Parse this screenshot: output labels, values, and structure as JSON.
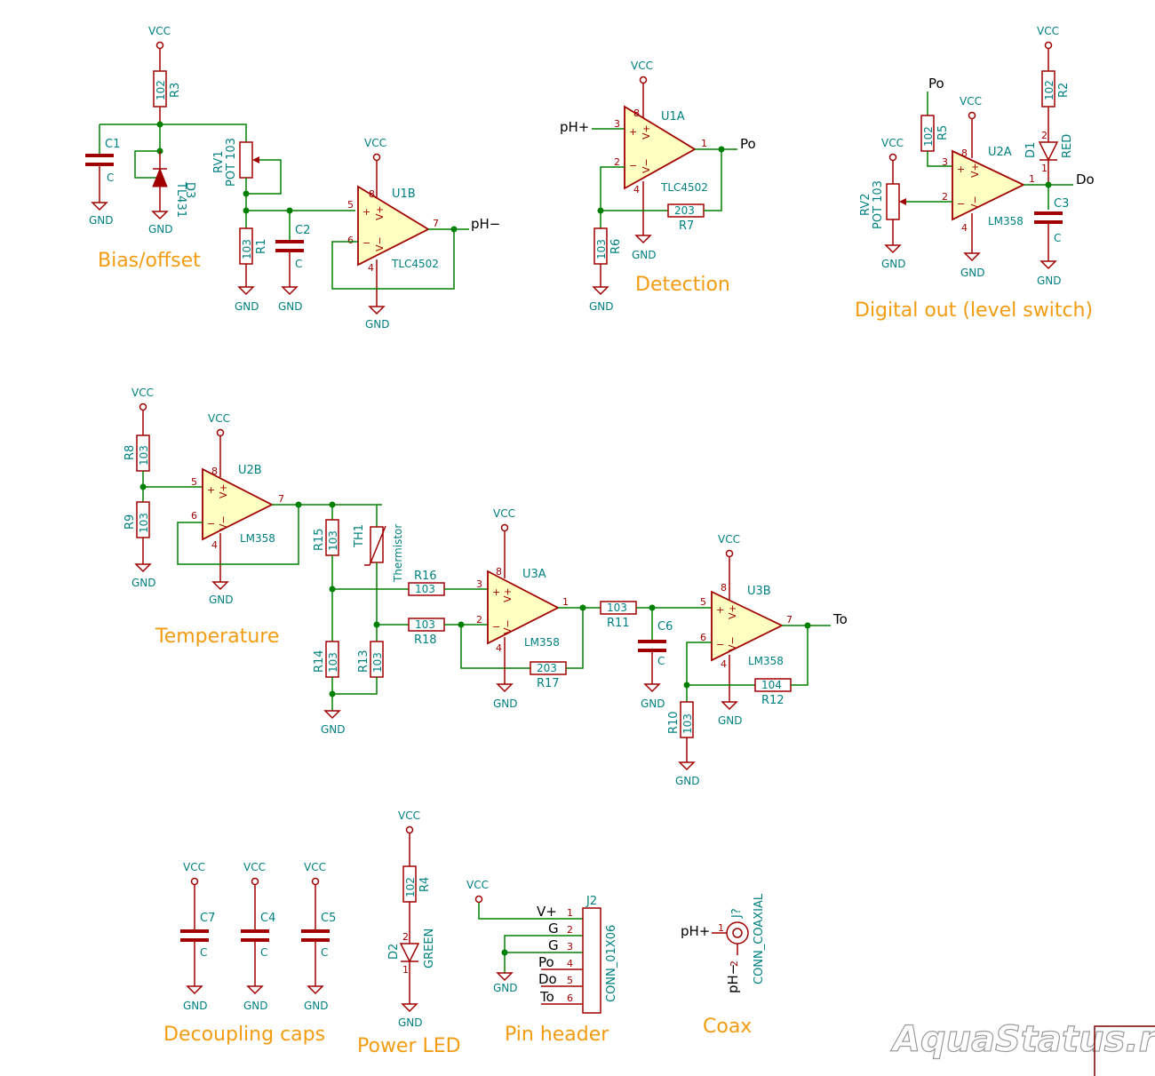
{
  "power": {
    "vcc": "VCC",
    "gnd": "GND"
  },
  "sections": {
    "bias": "Bias/offset",
    "detection": "Detection",
    "digital": "Digital out (level switch)",
    "temperature": "Temperature",
    "decoupling": "Decoupling caps",
    "power_led": "Power LED",
    "pin_header": "Pin header",
    "coax": "Coax"
  },
  "nets": {
    "ph_plus": "pH+",
    "ph_minus": "pH−",
    "po": "Po",
    "do": "Do",
    "to": "To"
  },
  "opamps": {
    "u1b": {
      "ref": "U1B",
      "value": "TLC4502",
      "p_plus": "5",
      "p_minus": "6",
      "p_out": "7"
    },
    "u1a": {
      "ref": "U1A",
      "value": "TLC4502",
      "p_plus": "3",
      "p_minus": "2",
      "p_out": "1"
    },
    "u2a": {
      "ref": "U2A",
      "value": "LM358",
      "p_plus": "3",
      "p_minus": "2",
      "p_out": "1"
    },
    "u2b": {
      "ref": "U2B",
      "value": "LM358",
      "p_plus": "5",
      "p_minus": "6",
      "p_out": "7"
    },
    "u3a": {
      "ref": "U3A",
      "value": "LM358",
      "p_plus": "3",
      "p_minus": "2",
      "p_out": "1"
    },
    "u3b": {
      "ref": "U3B",
      "value": "LM358",
      "p_plus": "5",
      "p_minus": "6",
      "p_out": "7"
    },
    "pwr_pin": "8",
    "gnd_pin": "4",
    "vplus": "V+",
    "vminus": "V−",
    "plus": "+",
    "minus": "−"
  },
  "resistors": {
    "r1": {
      "ref": "R1",
      "value": "103"
    },
    "r2": {
      "ref": "R2",
      "value": "102"
    },
    "r3": {
      "ref": "R3",
      "value": "102"
    },
    "r4": {
      "ref": "R4",
      "value": "102"
    },
    "r5": {
      "ref": "R5",
      "value": "102"
    },
    "r6": {
      "ref": "R6",
      "value": "103"
    },
    "r7": {
      "ref": "R7",
      "value": "203"
    },
    "r8": {
      "ref": "R8",
      "value": "103"
    },
    "r9": {
      "ref": "R9",
      "value": "103"
    },
    "r10": {
      "ref": "R10",
      "value": "103"
    },
    "r11": {
      "ref": "R11",
      "value": "103"
    },
    "r12": {
      "ref": "R12",
      "value": "104"
    },
    "r13": {
      "ref": "R13",
      "value": "103"
    },
    "r14": {
      "ref": "R14",
      "value": "103"
    },
    "r15": {
      "ref": "R15",
      "value": "103"
    },
    "r16": {
      "ref": "R16",
      "value": "103"
    },
    "r17": {
      "ref": "R17",
      "value": "203"
    },
    "r18": {
      "ref": "R18",
      "value": "103"
    }
  },
  "capacitors": {
    "c1": {
      "ref": "C1",
      "value": "C"
    },
    "c2": {
      "ref": "C2",
      "value": "C"
    },
    "c3": {
      "ref": "C3",
      "value": "C"
    },
    "c4": {
      "ref": "C4",
      "value": "C"
    },
    "c5": {
      "ref": "C5",
      "value": "C"
    },
    "c6": {
      "ref": "C6",
      "value": "C"
    },
    "c7": {
      "ref": "C7",
      "value": "C"
    }
  },
  "pots": {
    "rv1": {
      "ref": "RV1",
      "value": "POT 103"
    },
    "rv2": {
      "ref": "RV2",
      "value": "POT 103"
    }
  },
  "zener": {
    "ref": "D3",
    "value": "TL431"
  },
  "leds": {
    "d1": {
      "ref": "D1",
      "value": "RED",
      "pin_a": "2",
      "pin_k": "1"
    },
    "d2": {
      "ref": "D2",
      "value": "GREEN",
      "pin_a": "2",
      "pin_k": "1"
    }
  },
  "thermistor": {
    "ref": "TH1",
    "value": "Thermistor"
  },
  "header": {
    "ref": "J2",
    "value": "CONN_01X06",
    "pins": [
      {
        "name": "V+",
        "num": "1"
      },
      {
        "name": "G",
        "num": "2"
      },
      {
        "name": "G",
        "num": "3"
      },
      {
        "name": "Po",
        "num": "4"
      },
      {
        "name": "Do",
        "num": "5"
      },
      {
        "name": "To",
        "num": "6"
      }
    ]
  },
  "coax": {
    "ref": "J?",
    "value": "CONN_COAXIAL",
    "pin1": "1",
    "pin2": "2"
  },
  "watermark": "AquaStatus.ru",
  "colors": {
    "wire": "#008000",
    "component": "#a00000",
    "fill": "#ffffc2",
    "label": "#008080",
    "section": "#f39c12"
  }
}
